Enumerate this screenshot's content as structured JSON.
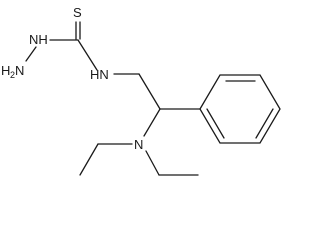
{
  "molecule": {
    "atoms": {
      "sulfur": "S",
      "thiourea_nh": "HN",
      "hydrazine_nh": "NH",
      "hydrazine_n": "N",
      "hydrazine_h": "H",
      "hydrazine_h_count": "2",
      "amine_n": "N"
    }
  }
}
